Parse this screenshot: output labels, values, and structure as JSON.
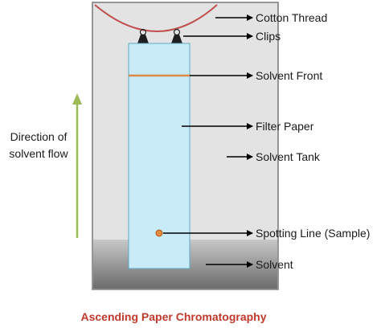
{
  "labels": {
    "cotton_thread": "Cotton Thread",
    "clips": "Clips",
    "solvent_front": "Solvent Front",
    "filter_paper": "Filter Paper",
    "solvent_tank": "Solvent Tank",
    "spotting_line": "Spotting Line (Sample)",
    "solvent": "Solvent"
  },
  "direction": {
    "line1": "Direction of",
    "line2": "solvent flow"
  },
  "title": "Ascending Paper Chromatography",
  "colors": {
    "tank_fill": "#e3e3e3",
    "tank_border": "#777777",
    "solvent_top": "#c8c8c8",
    "solvent_bottom": "#6c6c6c",
    "paper_fill": "#c9ebf8",
    "paper_border": "#5fa9c6",
    "solvent_front": "#d98a45",
    "sample_spot": "#e8893a",
    "thread": "#c0504d",
    "flow_arrow": "#9bbb59",
    "title": "#c0392b"
  }
}
